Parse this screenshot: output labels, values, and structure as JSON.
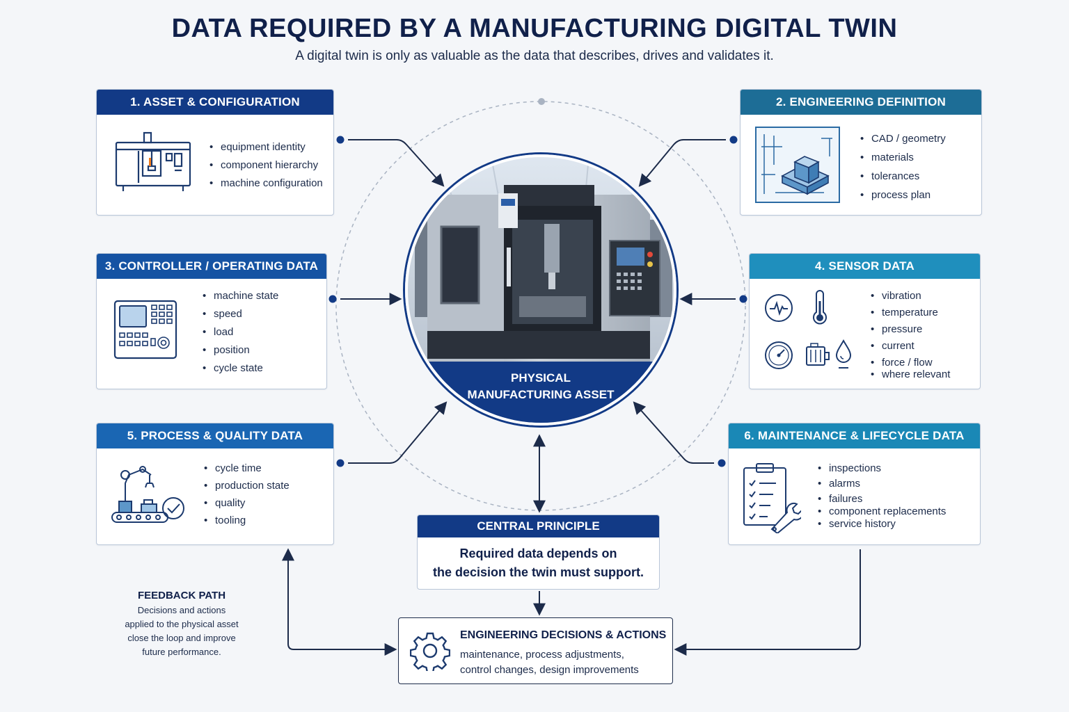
{
  "header": {
    "title": "DATA REQUIRED BY A MANUFACTURING DIGITAL TWIN",
    "subtitle": "A digital twin is only as valuable as the data that describes, drives and validates it."
  },
  "cards": [
    {
      "title": "1. ASSET & CONFIGURATION",
      "icon": "cnc-machine-icon",
      "items": [
        "equipment identity",
        "component hierarchy",
        "machine configuration"
      ]
    },
    {
      "title": "2. ENGINEERING DEFINITION",
      "icon": "cad-blueprint-icon",
      "items": [
        "CAD / geometry",
        "materials",
        "tolerances",
        "process plan"
      ]
    },
    {
      "title": "3. CONTROLLER / OPERATING DATA",
      "icon": "controller-panel-icon",
      "items": [
        "machine state",
        "speed",
        "load",
        "position",
        "cycle state"
      ]
    },
    {
      "title": "4. SENSOR DATA",
      "icon": "sensor-icons",
      "items": [
        "vibration",
        "temperature",
        "pressure",
        "current",
        "force / flow",
        "where relevant"
      ]
    },
    {
      "title": "5. PROCESS & QUALITY DATA",
      "icon": "robot-conveyor-icon",
      "items": [
        "cycle time",
        "production state",
        "quality",
        "tooling"
      ]
    },
    {
      "title": "6. MAINTENANCE & LIFECYCLE DATA",
      "icon": "clipboard-wrench-icon",
      "items": [
        "inspections",
        "alarms",
        "failures",
        "component replacements",
        "service history"
      ]
    }
  ],
  "center": {
    "label_line1": "PHYSICAL",
    "label_line2": "MANUFACTURING ASSET"
  },
  "principle": {
    "title": "CENTRAL PRINCIPLE",
    "line1": "Required data depends on",
    "line2": "the decision the twin must support."
  },
  "decisions": {
    "title": "ENGINEERING DECISIONS & ACTIONS",
    "line1": "maintenance, process adjustments,",
    "line2": "control changes, design improvements",
    "icon": "gear-icon"
  },
  "feedback": {
    "title": "FEEDBACK PATH",
    "line1": "Decisions and actions",
    "line2": "applied to the physical asset",
    "line3": "close the loop and improve",
    "line4": "future performance."
  },
  "colors": {
    "navy": "#123a86",
    "teal": "#1d6d96",
    "sky": "#1f8fbd",
    "text": "#1c2b4a"
  }
}
